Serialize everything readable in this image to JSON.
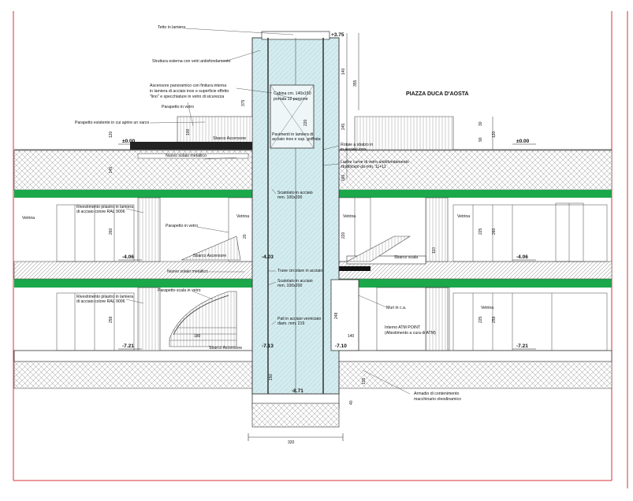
{
  "drawing": {
    "title": "PIAZZA DUCA D'AOSTA",
    "colors": {
      "frame": "#d8323a",
      "green_band": "#1aa84a",
      "glass": "#cfe9ec",
      "hatch": "#888888",
      "line": "#222222"
    },
    "levels": {
      "top": "+3.75",
      "ground_left": "±0.00",
      "ground_right": "±0.00",
      "mid_left": "-4.06",
      "mid_center": "-4.03",
      "mid_right": "-4.06",
      "low_left": "-7.21",
      "low_center": "-7.13",
      "low_atm": "-7.10",
      "low_right": "-7.21",
      "pit": "-8.71"
    },
    "annotations": {
      "tetto": "Tetto in lamiera",
      "struttura": "Struttura esterna con vetri antisfondamento",
      "ascensore_1": "Ascensore panoramico con finitura interna",
      "ascensore_2": "in lamiera di acciaio inox e superficie effetto",
      "ascensore_3": "\"lino\" e specchiature in vetro di sicurezza",
      "parapetto_vetro": "Parapetto in vetro",
      "parapetto_esistente": "Parapetto esistente in cui aprire un varco",
      "cabina_1": "Cabina cm. 140x150",
      "cabina_2": "portata 12 persone",
      "pavimenti_1": "Pavimenti in lamiera di",
      "pavimenti_2": "acciaio inox e sup. goffrata",
      "rotaie_1": "Rotaie a sbalzo in",
      "rotaie_2": "in acciaio inox",
      "lastre_1": "Lastre curve di vetro antisfondamento",
      "lastre_2": "stratificato da mm. 11+11",
      "sbarco_top": "Sbarco Ascensore",
      "nuovo_solaio_top": "Nuovo solaio metallico",
      "scatolato_1a": "Scatolato in acciaio",
      "scatolato_1b": "mm. 100x200",
      "vetrina_l1": "Vetrina",
      "vetrina_c1": "Vetrina",
      "vetrina_c2": "Vetrina",
      "vetrina_r1": "Vetrina",
      "rivestimento_1a": "Rivestimento pilastro in lamiera",
      "rivestimento_1b": "di acciaio colore RAL 9006",
      "parapetto_vetro_2": "Parapetto in vetro",
      "sbarco_mid": "Sbarco Ascensore",
      "sbarco_scala": "Sbarco scala",
      "nuovo_solaio_mid": "Nuovo solaio metallico",
      "trave_1": "Trave circolare in acciaio",
      "scatolato_2a": "Scatolato in acciaio",
      "scatolato_2b": "mm. 100x200",
      "rivestimento_2a": "Rivestimento pilastro in lamiera",
      "rivestimento_2b": "di acciaio colore RAL 9006",
      "parapetto_scala": "Parapetto scala in vetro",
      "pali_1": "Pali in acciaio verniciato",
      "pali_2": "diam. mm. 219",
      "sbarco_low": "Sbarco Ascensore",
      "muri": "Muri in c.a.",
      "vetrina_r2": "Vetrina",
      "atm_1": "Interno ATM POINT",
      "atm_2": "(Allestimento a cura di ATM)",
      "armadio_1": "Armadio di contenimento",
      "armadio_2": "macchinario oleodinamico"
    },
    "dimensions": {
      "d140": "140",
      "d355": "355",
      "d375": "375",
      "d220a": "220",
      "d245": "245",
      "d30": "30",
      "d90": "90",
      "d120a": "120",
      "d120b": "120",
      "d100": "100",
      "d145a": "145",
      "d160": "160",
      "d260a": "260",
      "d260b": "260",
      "d225a": "225",
      "d220b": "220",
      "d110": "110",
      "d20a": "20",
      "d259": "259",
      "d180": "180",
      "d248": "248",
      "d140b": "140",
      "d225b": "225",
      "d259b": "259",
      "d150": "150",
      "d135": "135",
      "d40": "40",
      "d320": "320"
    }
  }
}
